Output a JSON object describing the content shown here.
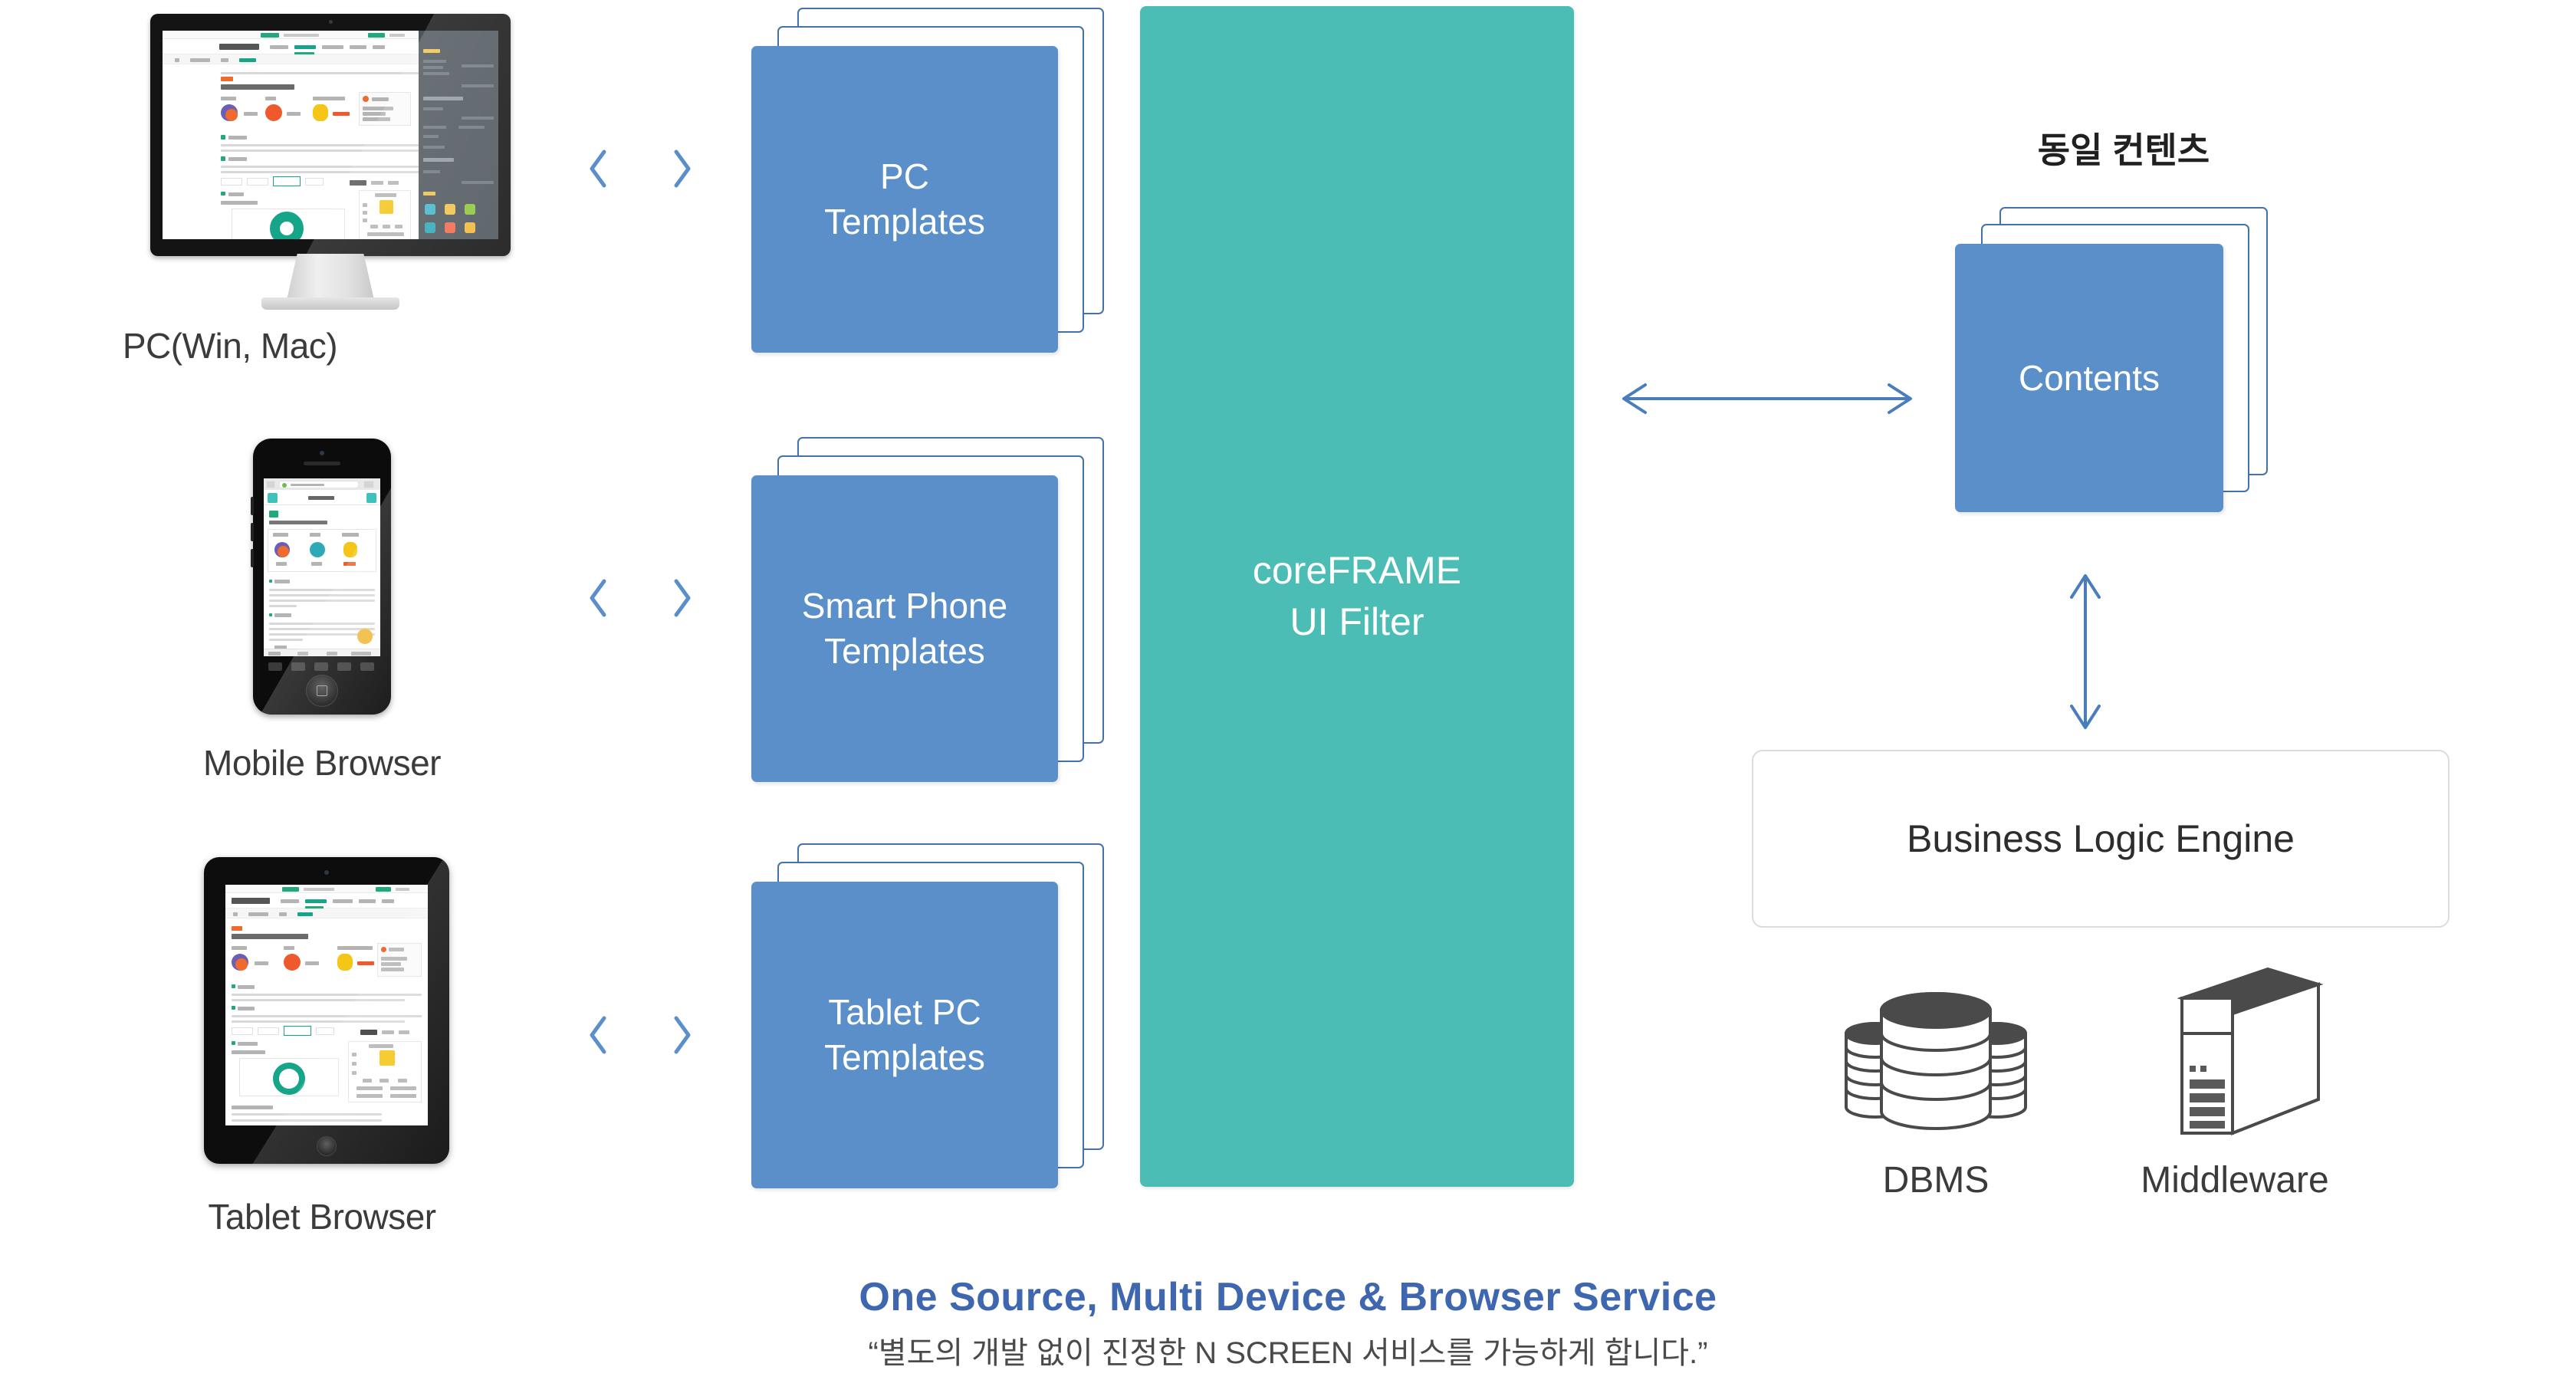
{
  "devices": [
    {
      "key": "pc",
      "label": "PC(Win, Mac)",
      "icon": "desktop-monitor-icon"
    },
    {
      "key": "mobile",
      "label": "Mobile Browser",
      "icon": "smartphone-icon"
    },
    {
      "key": "tablet",
      "label": "Tablet Browser",
      "icon": "tablet-icon"
    }
  ],
  "connectors": {
    "chevron_left": "‹",
    "chevron_right": "›"
  },
  "templates": [
    {
      "key": "pc",
      "line1": "PC",
      "line2": "Templates"
    },
    {
      "key": "mobile",
      "line1": "Smart Phone",
      "line2": "Templates"
    },
    {
      "key": "tablet",
      "line1": "Tablet PC",
      "line2": "Templates"
    }
  ],
  "filter": {
    "line1": "coreFRAME",
    "line2": "UI Filter"
  },
  "right": {
    "heading_kr": "동일 컨텐츠",
    "contents_label": "Contents",
    "business_logic_label": "Business  Logic  Engine",
    "infra": [
      {
        "key": "dbms",
        "label": "DBMS",
        "icon": "database-stack-icon"
      },
      {
        "key": "middleware",
        "label": "Middleware",
        "icon": "server-tower-icon"
      }
    ]
  },
  "footer": {
    "tagline": "One Source, Multi  Device &  Browser Service",
    "subtitle": "“별도의 개발 없이 진정한 N SCREEN 서비스를 가능하게 합니다.”"
  },
  "colors": {
    "card_blue": "#5B8FC9",
    "card_border_blue": "#4472a8",
    "filter_teal": "#4CBDB5",
    "arrow_blue": "#4a7ebb",
    "tagline_blue": "#3f67b0",
    "dashboard_teal": "#17a589"
  }
}
